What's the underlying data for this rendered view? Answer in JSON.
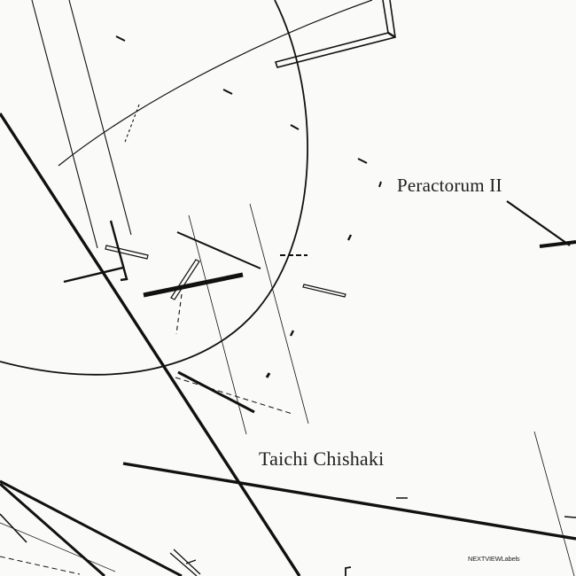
{
  "cover": {
    "title": "Peractorum II",
    "artist": "Taichi Chishaki",
    "label": "NEXTVIEWLabels",
    "colors": {
      "background": "#fafaf9",
      "ink": "#111111",
      "text": "#1e1e1e"
    }
  }
}
